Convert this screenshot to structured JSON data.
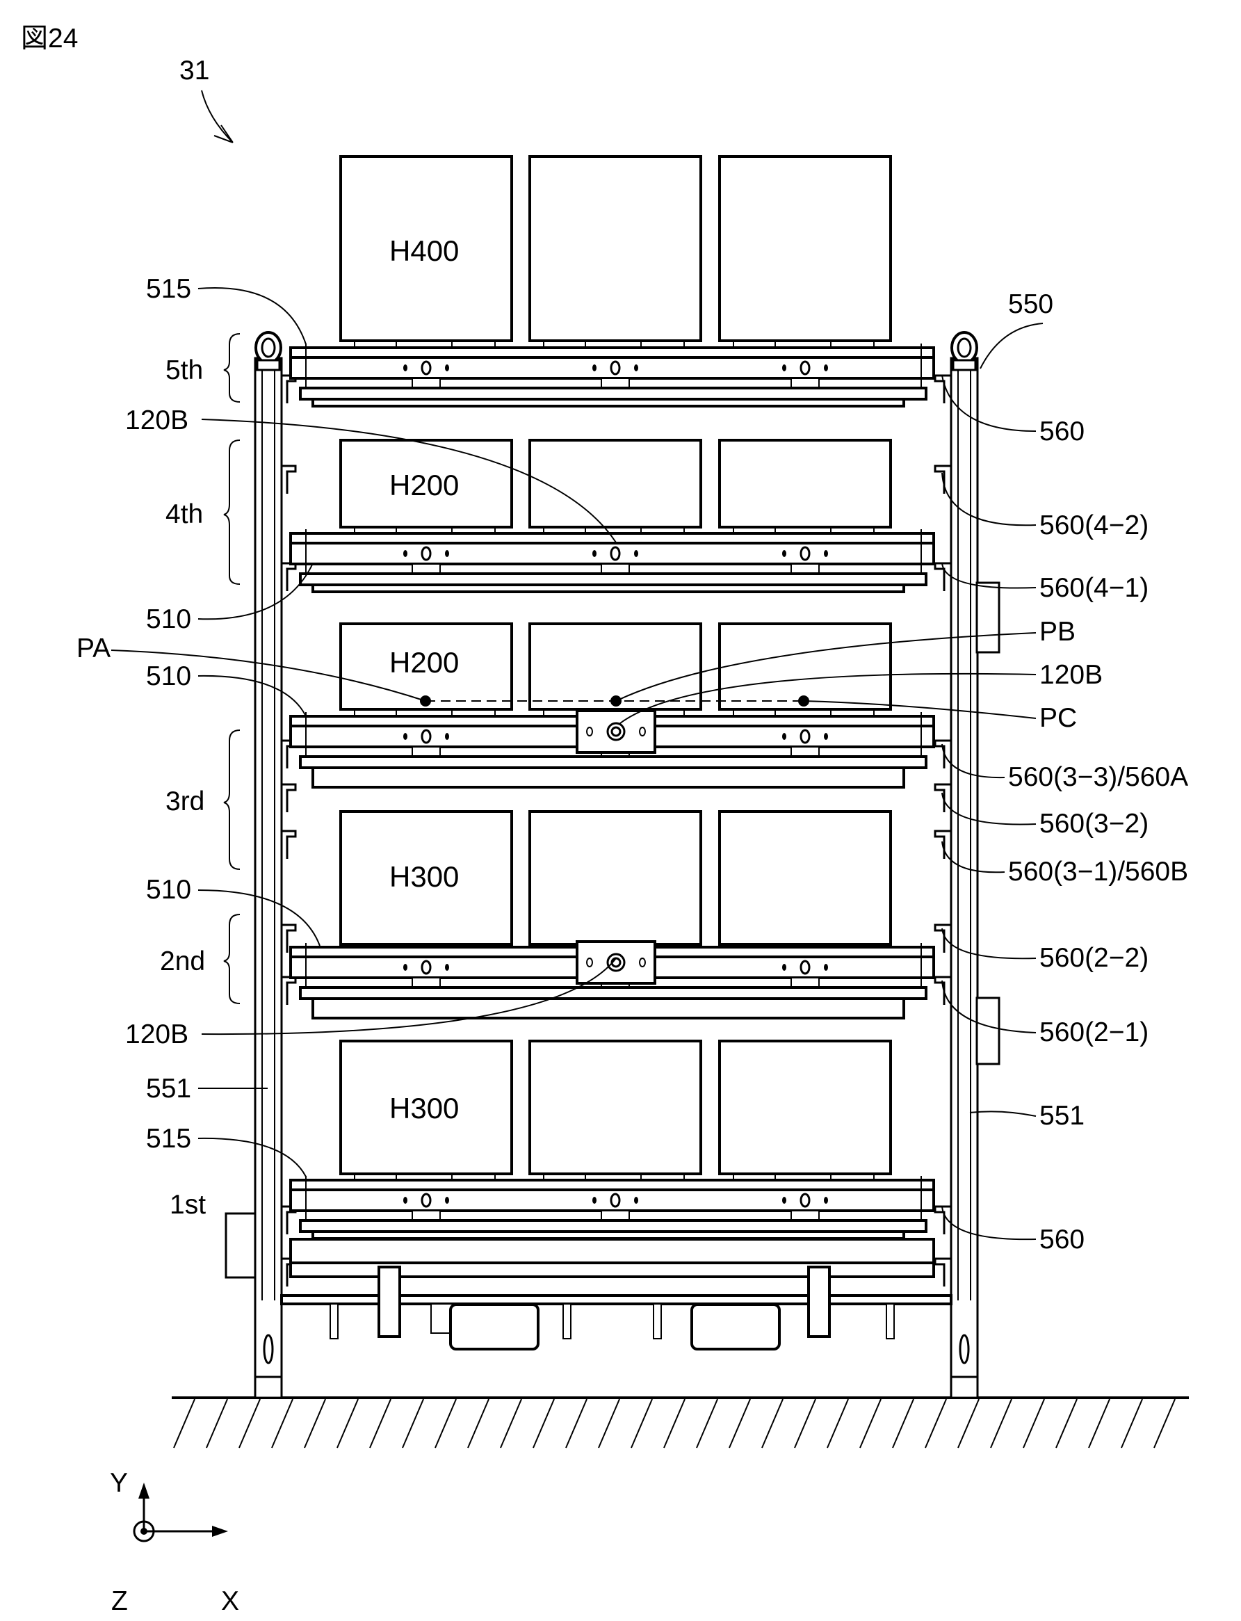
{
  "figure_label": "図24",
  "ref_31": "31",
  "boxes": {
    "row5": "H400",
    "row4": "H200",
    "row3": "H200",
    "row2": "H300",
    "row1": "H300"
  },
  "tiers": {
    "t5": "5th",
    "t4": "4th",
    "t3": "3rd",
    "t2": "2nd",
    "t1": "1st"
  },
  "left_labels": {
    "l515a": "515",
    "l120Ba": "120B",
    "l510a": "510",
    "lPA": "PA",
    "l510b": "510",
    "l510c": "510",
    "l120Bb": "120B",
    "l551": "551",
    "l515b": "515"
  },
  "right_labels": {
    "r550": "550",
    "r560a": "560",
    "r560_42": "560(4−2)",
    "r560_41": "560(4−1)",
    "rPB": "PB",
    "r120B": "120B",
    "rPC": "PC",
    "r560_33": "560(3−3)/560A",
    "r560_32": "560(3−2)",
    "r560_31": "560(3−1)/560B",
    "r560_22": "560(2−2)",
    "r560_21": "560(2−1)",
    "r551": "551",
    "r560b": "560"
  },
  "axes": {
    "y": "Y",
    "x": "X",
    "z": "Z"
  }
}
